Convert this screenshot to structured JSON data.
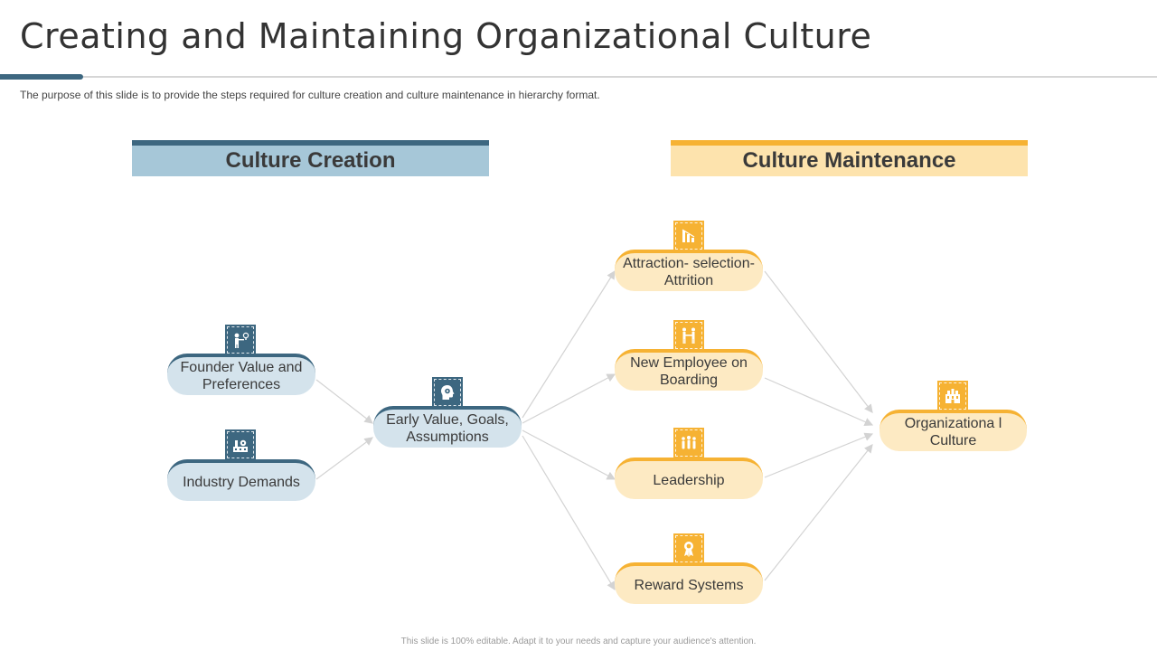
{
  "title": "Creating and Maintaining Organizational Culture",
  "subtitle": "The purpose of this slide is to provide the steps required for culture creation and culture maintenance in hierarchy format.",
  "sections": {
    "creation": "Culture Creation",
    "maintenance": "Culture Maintenance"
  },
  "nodes": {
    "founder": "Founder Value and Preferences",
    "industry": "Industry Demands",
    "early": "Early Value, Goals, Assumptions",
    "attraction": "Attraction- selection- Attrition",
    "onboarding": "New Employee on Boarding",
    "leadership": "Leadership",
    "reward": "Reward Systems",
    "org": "Organizationa l Culture"
  },
  "icons": {
    "founder": "presenter-idea-icon",
    "industry": "factory-gear-icon",
    "early": "head-gear-icon",
    "attraction": "chart-down-icon",
    "onboarding": "handshake-icon",
    "leadership": "team-icon",
    "reward": "award-ribbon-icon",
    "org": "organization-building-icon"
  },
  "colors": {
    "blue_dark": "#3d6780",
    "blue_light": "#d4e3ec",
    "orange": "#f6b233",
    "orange_light": "#fdeac3"
  },
  "footer": "This slide is 100% editable. Adapt it to your needs and capture your audience's attention."
}
